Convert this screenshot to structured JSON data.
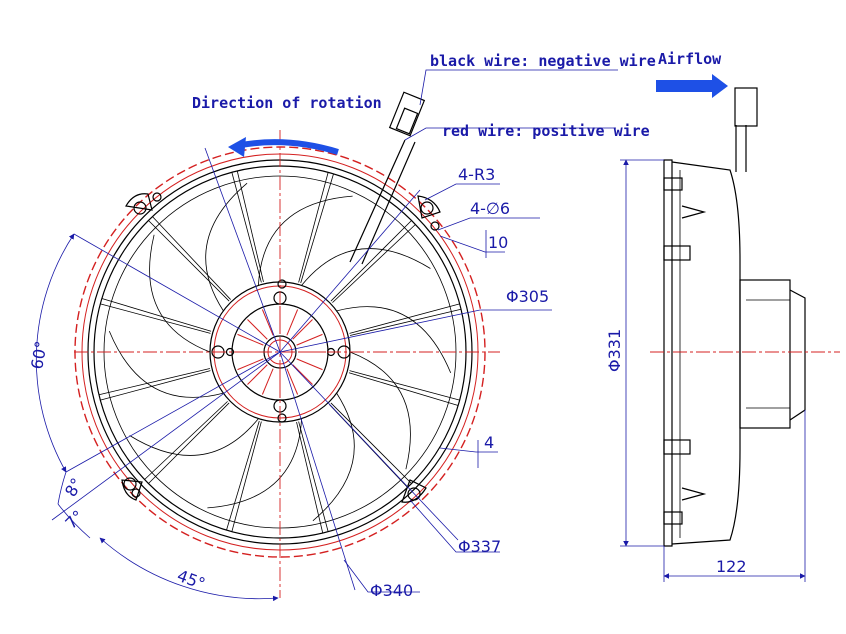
{
  "annotations": {
    "rotation": "Direction of rotation",
    "airflow": "Airflow",
    "black_wire": "black wire: negative wire",
    "red_wire": "red wire: positive wire"
  },
  "dimensions": {
    "r3": "4-R3",
    "hole6": "4-∅6",
    "d10": "10",
    "d305": "Φ305",
    "d4": "4",
    "d337": "Φ337",
    "d340": "Φ340",
    "d331": "Φ331",
    "d122": "122",
    "a60": "60°",
    "a8": "8°",
    "a7": "7°",
    "a45": "45°"
  },
  "colors": {
    "annotation": "#1a1aa8",
    "construction": "#d42020",
    "outline": "#000000",
    "arrow": "#1e50e6"
  }
}
